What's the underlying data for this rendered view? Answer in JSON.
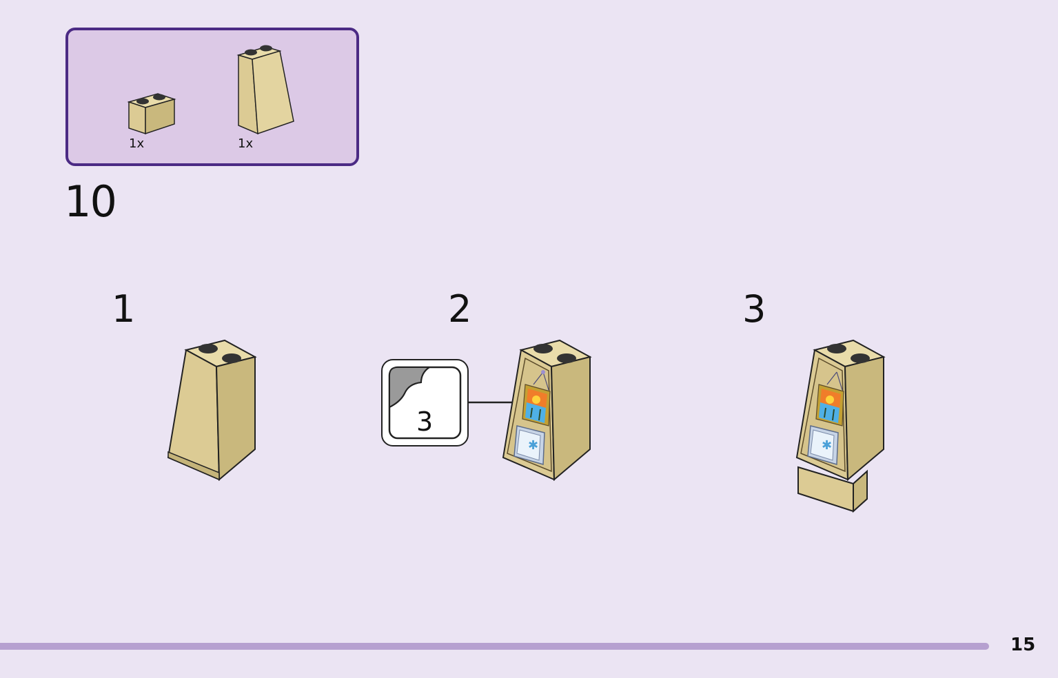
{
  "parts_list": {
    "items": [
      {
        "name": "brick-1x2",
        "quantity": "1x",
        "color": "#dccb94"
      },
      {
        "name": "slope-brick-2x1x3",
        "quantity": "1x",
        "color": "#dccb94"
      }
    ]
  },
  "step": {
    "number": "10"
  },
  "substeps": [
    {
      "number": "1"
    },
    {
      "number": "2"
    },
    {
      "number": "3"
    }
  ],
  "sticker": {
    "number": "3"
  },
  "footer": {
    "page_number": "15"
  },
  "colors": {
    "background": "#ebe4f3",
    "parts_box_fill": "#dcc9e6",
    "parts_box_border": "#4b2a84",
    "tan": "#dccb94",
    "progress_bar": "#b6a0d0"
  }
}
